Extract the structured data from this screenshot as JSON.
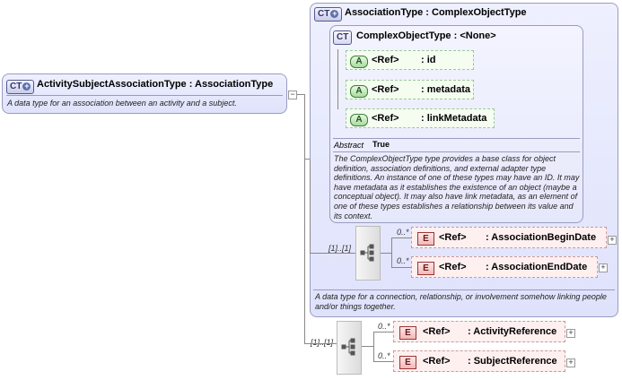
{
  "main_type": {
    "name": "ActivitySubjectAssociationType",
    "base": ": AssociationType",
    "badge": "CT",
    "description": "A data type for an association between an activity and a subject."
  },
  "association_type": {
    "name": "AssociationType",
    "base": ": ComplexObjectType",
    "badge": "CT",
    "description": "A data type for a connection, relationship, or involvement somehow linking people and/or things together.",
    "sequence_cardinality": "[1]..[1]"
  },
  "complex_object_type": {
    "name": "ComplexObjectType",
    "base": ": <None>",
    "badge": "CT",
    "attributes": [
      {
        "badge": "A",
        "ref": "<Ref>",
        "name": ": id"
      },
      {
        "badge": "A",
        "ref": "<Ref>",
        "name": ": metadata"
      },
      {
        "badge": "A",
        "ref": "<Ref>",
        "name": ": linkMetadata"
      }
    ],
    "abstract_label": "Abstract",
    "abstract_value": "True",
    "description": "The ComplexObjectType type provides a base class for object definition, association definitions, and external adapter type definitions. An instance of one of these types may have an ID. It may have metadata as it establishes the existence of an object (maybe a conceptual object). It may also have link metadata, as an element of one of these types establishes a relationship between its value and its context."
  },
  "association_elements": [
    {
      "badge": "E",
      "ref": "<Ref>",
      "name": ": AssociationBeginDate",
      "cardinality": "0..*"
    },
    {
      "badge": "E",
      "ref": "<Ref>",
      "name": ": AssociationEndDate",
      "cardinality": "0..*"
    }
  ],
  "outer_sequence_cardinality": "[1]..[1]",
  "outer_elements": [
    {
      "badge": "E",
      "ref": "<Ref>",
      "name": ": ActivityReference",
      "cardinality": "0..*"
    },
    {
      "badge": "E",
      "ref": "<Ref>",
      "name": ": SubjectReference",
      "cardinality": "0..*"
    }
  ],
  "expand_symbol": "+",
  "collapse_symbol": "−"
}
